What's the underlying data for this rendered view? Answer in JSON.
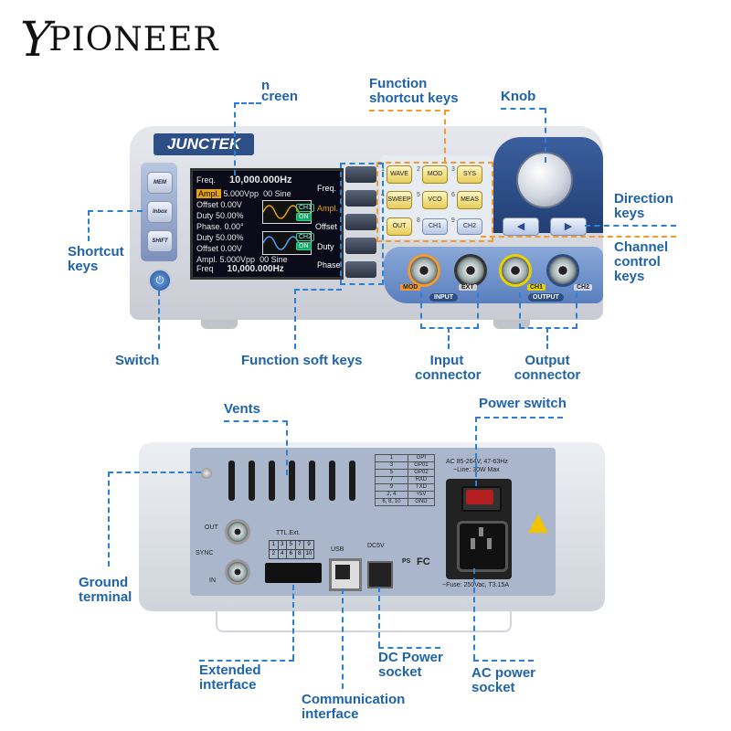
{
  "brand": {
    "logo_initial": "Y",
    "logo_rest": "PIONEER"
  },
  "front": {
    "brand_badge": "JUNCTEK",
    "screen": {
      "rows": [
        {
          "label": "Freq.",
          "value": "10,000.000Hz"
        },
        {
          "label": "Ampl.",
          "value": "5.000Vpp",
          "extra": "00 Sine"
        },
        {
          "label": "Offset",
          "value": "0.00V"
        },
        {
          "label": "Duty",
          "value": "50.00%"
        },
        {
          "label": "Phase.",
          "value": "0.00°"
        },
        {
          "label": "Duty",
          "value": "50.00%"
        },
        {
          "label": "Offset",
          "value": "0.00V"
        },
        {
          "label": "Ampl.",
          "value": "5.000Vpp",
          "extra": "00 Sine"
        },
        {
          "label": "Freq",
          "value": "10,000.000Hz"
        }
      ],
      "badge_ch1": "CH1",
      "badge_ch2": "CH2",
      "badge_on1": "ON",
      "badge_on2": "ON",
      "soft_labels": [
        "Freq.",
        "Ampl.",
        "Offset",
        "Duty",
        "Phase"
      ]
    },
    "side_keys": [
      "MEM",
      "Inbox",
      "SHIFT"
    ],
    "function_keys": [
      {
        "num": "1",
        "label": "WAVE"
      },
      {
        "num": "2",
        "label": "MOD"
      },
      {
        "num": "3",
        "label": "SYS"
      },
      {
        "num": "4",
        "label": "SWEEP"
      },
      {
        "num": "5",
        "label": "VCO"
      },
      {
        "num": "6",
        "label": "MEAS"
      },
      {
        "num": "7",
        "label": "OUT"
      },
      {
        "num": "8",
        "label": "CH1"
      },
      {
        "num": "9",
        "label": "CH2"
      }
    ],
    "arrows": {
      "left": "◀",
      "right": "▶"
    },
    "connectors": {
      "mod": "MOD",
      "ext": "EXT",
      "ch1": "CH1",
      "ch2": "CH2",
      "input": "INPUT",
      "output": "OUTPUT"
    },
    "power_symbol": "⏻"
  },
  "callouts": {
    "screen": "creen",
    "screen_prefix": "n",
    "function_shortcut": [
      "Function",
      "shortcut keys"
    ],
    "knob": "Knob",
    "direction": [
      "Direction",
      "keys"
    ],
    "channel": [
      "Channel",
      "control",
      "keys"
    ],
    "shortcut": [
      "Shortcut",
      "keys"
    ],
    "switch": "Switch",
    "soft_keys": "Function soft keys",
    "input": [
      "Input",
      "connector"
    ],
    "output": [
      "Output",
      "connector"
    ],
    "vents": "Vents",
    "power_switch": "Power switch",
    "ground": [
      "Ground",
      "terminal"
    ],
    "extended": [
      "Extended",
      "interface"
    ],
    "comm": [
      "Communication",
      "interface"
    ],
    "dc": [
      "DC Power",
      "socket"
    ],
    "ac": [
      "AC power",
      "socket"
    ]
  },
  "rear": {
    "pin_table": [
      [
        "1",
        "GPI"
      ],
      [
        "3",
        "GP01"
      ],
      [
        "5",
        "GP02"
      ],
      [
        "7",
        "RXD"
      ],
      [
        "9",
        "TXD"
      ],
      [
        "2, 4",
        "+5V"
      ],
      [
        "6, 8, 10",
        "GND"
      ]
    ],
    "ac_spec": "AC  85-264V, 47-63Hz",
    "ac_line": "~Line: 30W Max",
    "fuse": "~Fuse: 250Vac, T3.15A",
    "sync_out": "OUT",
    "sync": "SYNC",
    "sync_in": "IN",
    "ttl": "TTL.Ext.",
    "ttl_top": [
      "1",
      "3",
      "5",
      "7",
      "9"
    ],
    "ttl_bottom": [
      "2",
      "4",
      "6",
      "8",
      "10"
    ],
    "usb": "USB",
    "dc": "DC5V",
    "ps": "PS",
    "fc": "FC"
  }
}
